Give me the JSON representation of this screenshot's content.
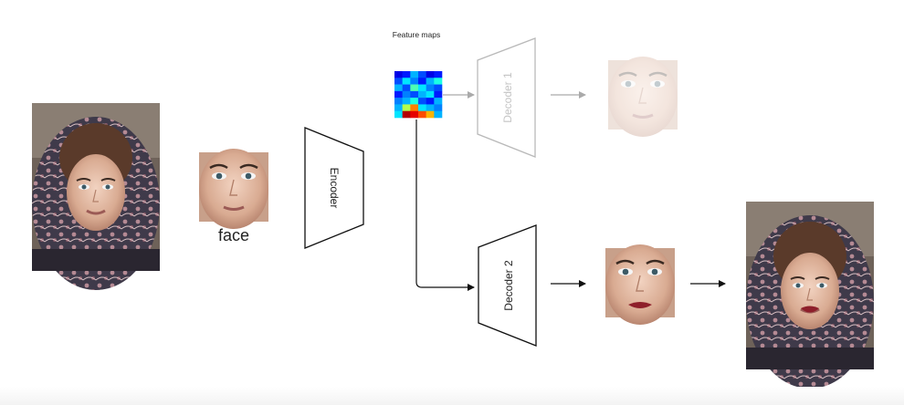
{
  "labels": {
    "face": "face",
    "encoder": "Encoder",
    "feature_maps": "Feature maps",
    "decoder1": "Decoder 1",
    "decoder2": "Decoder 2"
  },
  "colors": {
    "stroke": "#111111",
    "faded_stroke": "#b9b9b9",
    "arrow": "#111111",
    "faded_arrow": "#aaaaaa"
  },
  "feature_map": {
    "cols": 6,
    "rows": 7,
    "values": [
      [
        0.1,
        0.15,
        0.3,
        0.2,
        0.1,
        0.15
      ],
      [
        0.2,
        0.35,
        0.25,
        0.15,
        0.3,
        0.4
      ],
      [
        0.3,
        0.2,
        0.45,
        0.35,
        0.25,
        0.2
      ],
      [
        0.15,
        0.25,
        0.2,
        0.3,
        0.35,
        0.15
      ],
      [
        0.25,
        0.3,
        0.4,
        0.2,
        0.15,
        0.3
      ],
      [
        0.3,
        0.55,
        0.75,
        0.35,
        0.3,
        0.25
      ],
      [
        0.35,
        0.95,
        0.9,
        0.8,
        0.7,
        0.3
      ]
    ]
  }
}
